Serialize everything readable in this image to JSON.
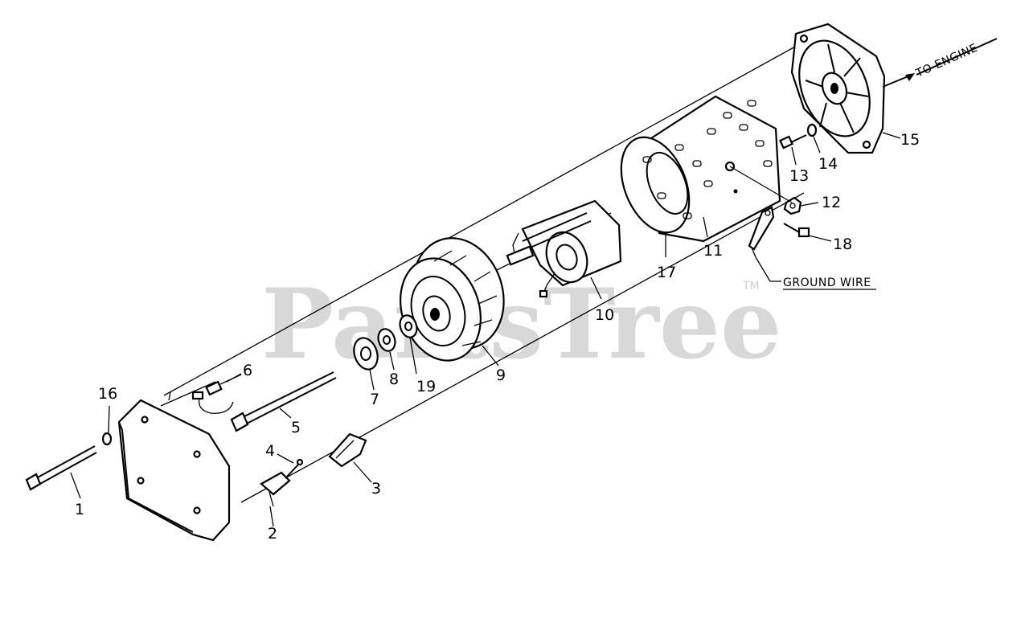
{
  "watermark": "PartsTree",
  "watermark_tm": "TM",
  "notes": {
    "to_engine": "TO ENGINE",
    "ground_wire": "GROUND WIRE"
  },
  "callouts": [
    "1",
    "2",
    "3",
    "4",
    "5",
    "6",
    "7",
    "8",
    "9",
    "10",
    "11",
    "12",
    "13",
    "14",
    "15",
    "16",
    "17",
    "18",
    "19"
  ]
}
